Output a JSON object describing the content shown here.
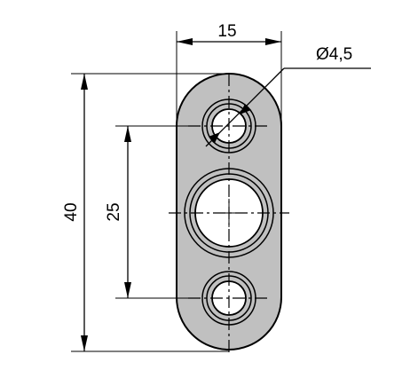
{
  "drawing": {
    "dimensions": {
      "width": "15",
      "hole_diameter": "Ø4,5",
      "hole_spacing": "25",
      "overall_height": "40"
    },
    "colors": {
      "part_fill": "#c0c0c0",
      "stroke": "#000000",
      "hole_fill": "#ffffff",
      "background": "#ffffff"
    },
    "icons": {
      "diameter_symbol": "diameter-icon",
      "center_mark": "crosshair-icon"
    }
  }
}
